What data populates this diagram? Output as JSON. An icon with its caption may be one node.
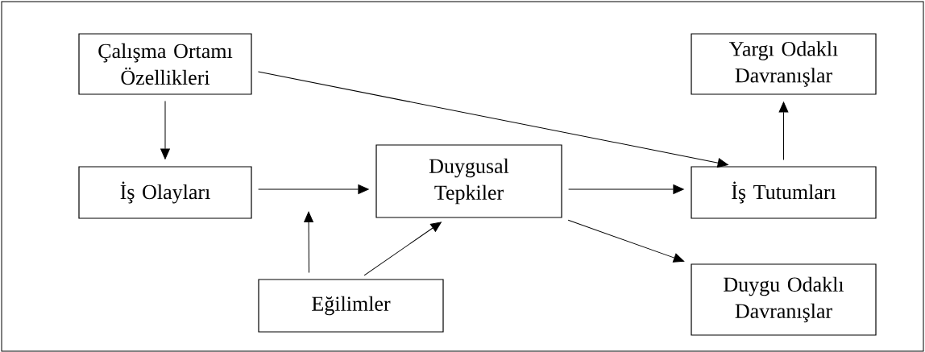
{
  "diagram": {
    "nodes": [
      {
        "text": [
          "Çalışma Ortamı Özellikleri"
        ]
      },
      {
        "text": [
          "Yargı Odaklı Davranışlar"
        ]
      },
      {
        "text": [
          "İş Olayları"
        ]
      },
      {
        "text": [
          "Duygusal Tepkiler"
        ]
      },
      {
        "text": [
          "İş Tutumları"
        ]
      },
      {
        "text": [
          "Eğilimler"
        ]
      },
      {
        "text": [
          "Duygu Odaklı Davranışlar"
        ]
      }
    ],
    "edges": [
      {
        "from": 0,
        "to": 2,
        "arrow": "to"
      },
      {
        "from": 0,
        "to": 4,
        "arrow": "to"
      },
      {
        "from": 4,
        "to": 1,
        "arrow": "to"
      },
      {
        "from": 2,
        "to": 3,
        "arrow": "to"
      },
      {
        "from": 3,
        "to": 4,
        "arrow": "to"
      },
      {
        "from": 3,
        "to": 6,
        "arrow": "to"
      },
      {
        "from": 5,
        "to": null,
        "arrow": "to"
      },
      {
        "from": 5,
        "to": 3,
        "arrow": "to"
      }
    ]
  }
}
